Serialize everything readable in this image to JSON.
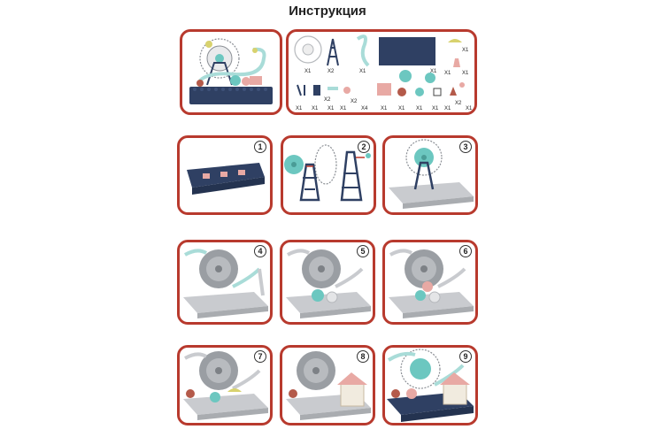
{
  "header": {
    "title": "Инструкция"
  },
  "parts_panel": {
    "quantities": [
      "X1",
      "X2",
      "X1",
      "X1",
      "X1",
      "X1",
      "X1",
      "X2",
      "X1",
      "X1",
      "X1",
      "X1",
      "X2",
      "X4",
      "X1",
      "X1",
      "X1",
      "X1",
      "X1",
      "X2",
      "X1"
    ]
  },
  "steps": [
    {
      "number": "1"
    },
    {
      "number": "2"
    },
    {
      "number": "3"
    },
    {
      "number": "4"
    },
    {
      "number": "5"
    },
    {
      "number": "6"
    },
    {
      "number": "7"
    },
    {
      "number": "8"
    },
    {
      "number": "9"
    }
  ],
  "colors": {
    "frame": "#b83a2e",
    "navy_base": "#2f4063",
    "gray_base": "#c9cbcf",
    "teal": "#6cc7c0",
    "pink": "#e8a9a4",
    "gear_gray": "#9a9ea3"
  }
}
